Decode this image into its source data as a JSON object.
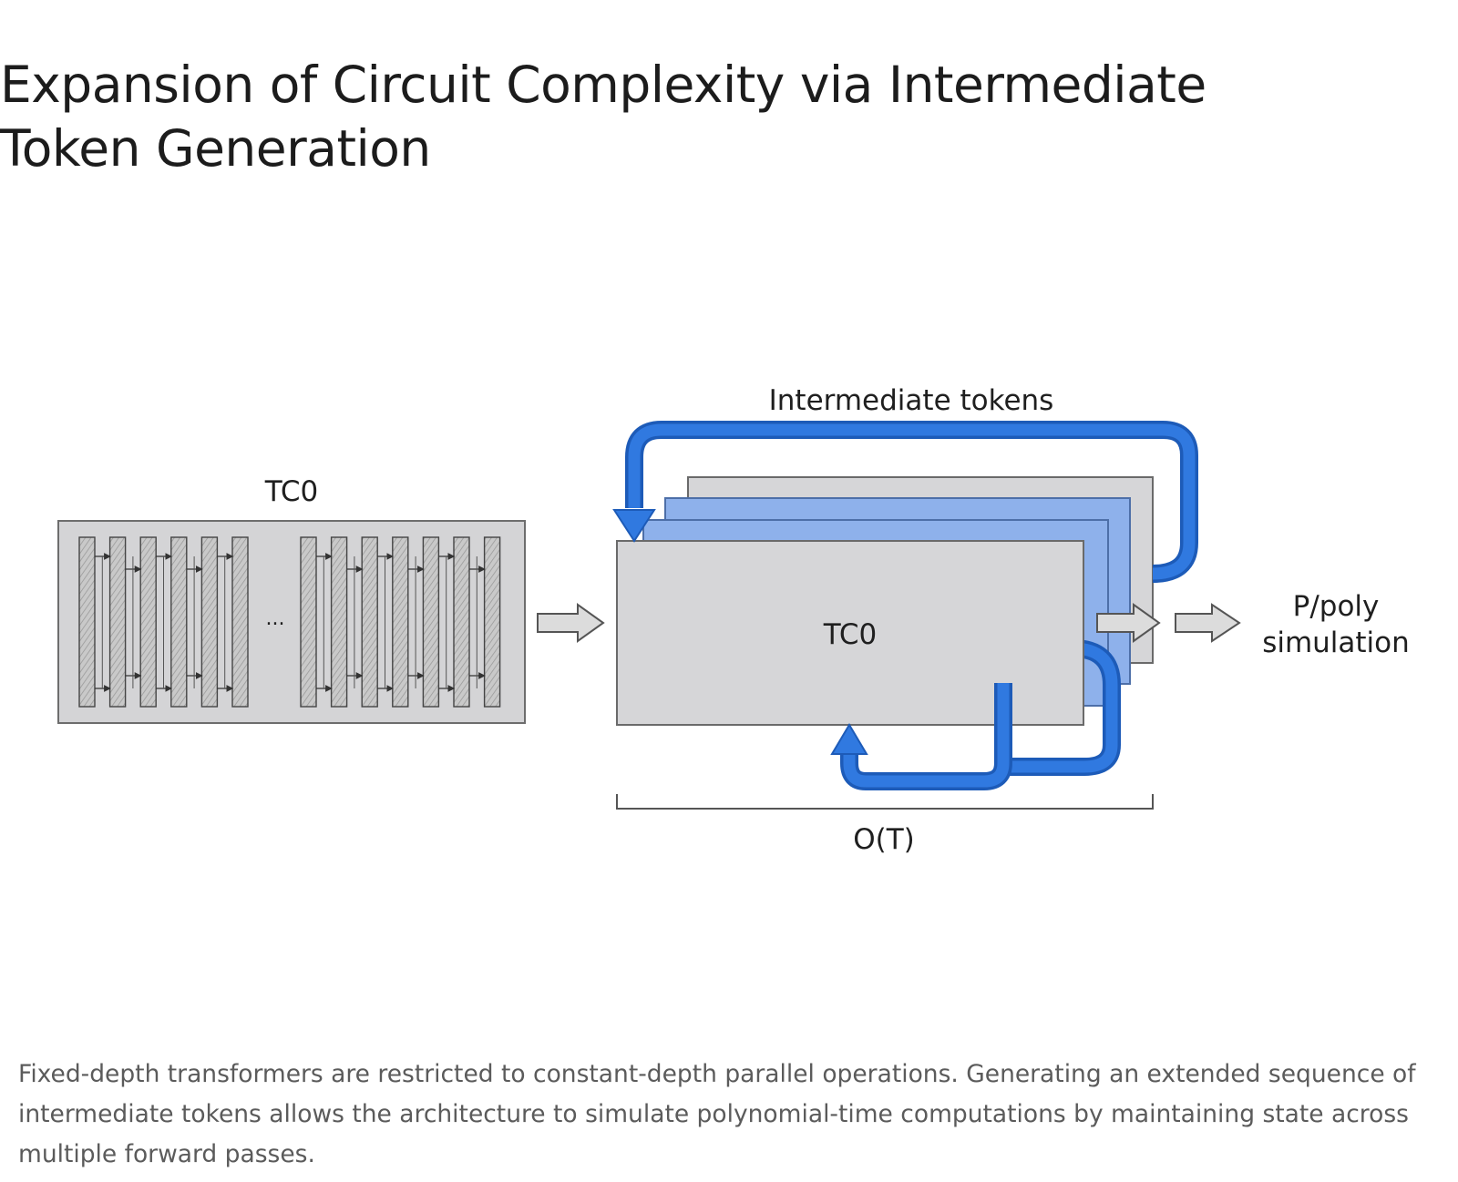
{
  "title": "Expansion of Circuit Complexity via Intermediate Token Generation",
  "diagram": {
    "left_circuit_label": "TC0",
    "ellipsis": "...",
    "stacked_circuit_label": "TC0",
    "feedback_label": "Intermediate tokens",
    "span_label": "O(T)",
    "output_label_line1": "P/poly",
    "output_label_line2": "simulation"
  },
  "caption": "Fixed-depth transformers are restricted to constant-depth parallel operations. Generating an extended sequence of intermediate tokens allows the architecture to simulate polynomial-time computations by maintaining state across multiple forward passes.",
  "colors": {
    "loop_blue": "#2f73d8",
    "layer_blue": "#8eb1eb",
    "box_gray": "#d6d6d8"
  }
}
